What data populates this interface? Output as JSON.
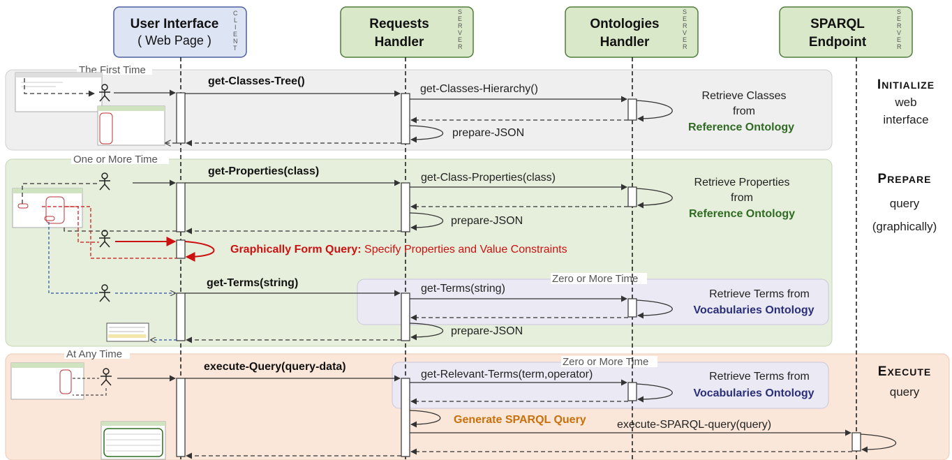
{
  "lifelines": [
    {
      "title_line1": "User Interface",
      "title_line2": "( Web Page )",
      "role": "CLIENT",
      "color": "#dde4f3",
      "border": "#4d5e9e"
    },
    {
      "title_line1": "Requests",
      "title_line2": "Handler",
      "role": "SERVER",
      "color": "#d9e8c9",
      "border": "#4f7b3a"
    },
    {
      "title_line1": "Ontologies",
      "title_line2": "Handler",
      "role": "SERVER",
      "color": "#d9e8c9",
      "border": "#4f7b3a"
    },
    {
      "title_line1": "SPARQL",
      "title_line2": "Endpoint",
      "role": "SERVER",
      "color": "#d9e8c9",
      "border": "#4f7b3a"
    }
  ],
  "sections": {
    "initialize": {
      "label": "The First Time",
      "side_title": "Initialize",
      "side_line2": "web",
      "side_line3": "interface",
      "msg_get_classes_tree": "get-Classes-Tree()",
      "msg_get_classes_hierarchy": "get-Classes-Hierarchy()",
      "msg_prepare_json": "prepare-JSON",
      "note_line1": "Retrieve Classes",
      "note_line2": "from",
      "note_line3": "Reference Ontology"
    },
    "prepare": {
      "label": "One or More Time",
      "side_title": "Prepare",
      "side_line2": "query",
      "side_line3": "(graphically)",
      "msg_get_properties": "get-Properties(class)",
      "msg_get_class_properties": "get-Class-Properties(class)",
      "msg_prepare_json": "prepare-JSON",
      "note_line1": "Retrieve Properties",
      "note_line2": "from",
      "note_line3": "Reference Ontology",
      "form_query_bold": "Graphically Form Query:",
      "form_query_rest": " Specify Properties and Value Constraints",
      "msg_get_terms": "get-Terms(string)",
      "sub_label": "Zero or More Time",
      "msg_get_terms_inner": "get-Terms(string)",
      "terms_note_line1": "Retrieve Terms from",
      "terms_note_line2": "Vocabularies Ontology",
      "msg_prepare_json_2": "prepare-JSON"
    },
    "execute": {
      "label": "At Any Time",
      "side_title": "Execute",
      "side_line2": "query",
      "msg_execute_query": "execute-Query(query-data)",
      "sub_label": "Zero or More Time",
      "msg_get_relevant_terms": "get-Relevant-Terms(term,operator)",
      "terms_note_line1": "Retrieve Terms from",
      "terms_note_line2": "Vocabularies Ontology",
      "msg_generate": "Generate SPARQL Query",
      "msg_execute_sparql": "execute-SPARQL-query(query)"
    }
  },
  "colors": {
    "init_bg": "#efefef",
    "prepare_bg": "#e6efdc",
    "execute_bg": "#fbe7da",
    "sub_bg": "#ebe9f3",
    "dark_green": "#2f6b22",
    "navy": "#2a2f7a",
    "red": "#cc1111",
    "orange": "#c8700a"
  }
}
